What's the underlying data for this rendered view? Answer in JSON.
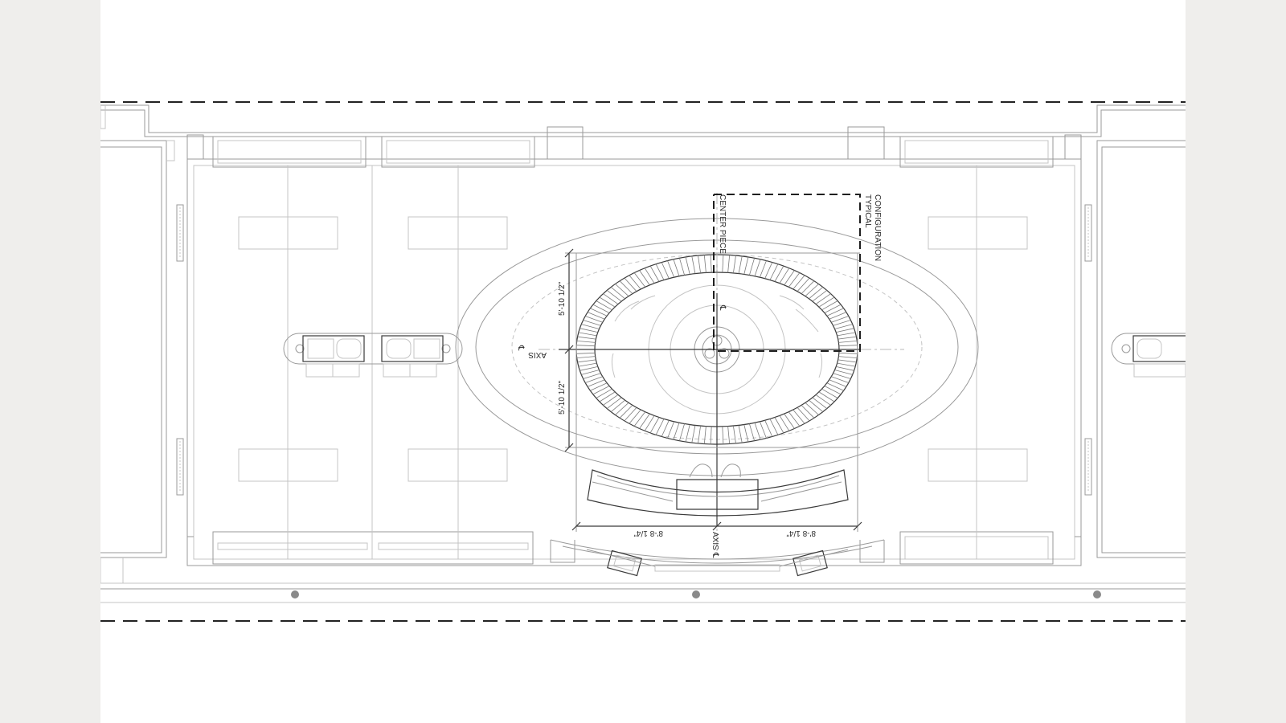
{
  "drawing": {
    "labels": {
      "centerpiece": "CENTER PIECE",
      "typical_line1": "TYPICAL",
      "typical_line2": "CONFIGURATION",
      "axis_left": "AXIS",
      "axis_bottom": "AXIS",
      "cl_symbol": "℄"
    },
    "dimensions": {
      "vertical_upper": "5'-10 1/2\"",
      "vertical_lower": "5'-10 1/2\"",
      "horizontal_left": "8'-8 1/4\"",
      "horizontal_right": "8'-8 1/4\""
    }
  },
  "colors": {
    "background": "#efeeec",
    "sheet": "#ffffff",
    "line": "#9a9a9a",
    "ink": "#222222"
  }
}
